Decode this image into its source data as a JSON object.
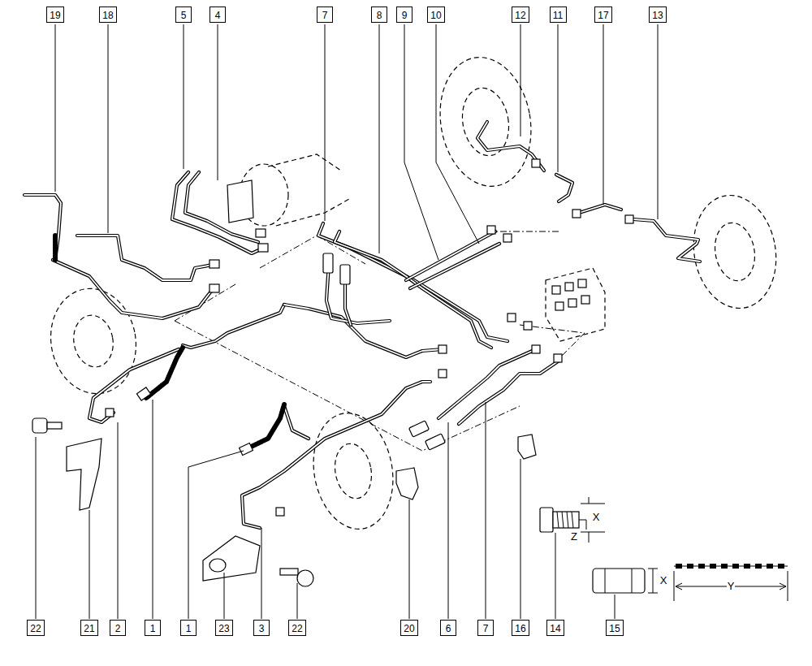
{
  "diagram": {
    "nodes": [
      {
        "text": [
          "19"
        ]
      },
      {
        "text": [
          "18"
        ]
      },
      {
        "text": [
          "5"
        ]
      },
      {
        "text": [
          "4"
        ]
      },
      {
        "text": [
          "7"
        ]
      },
      {
        "text": [
          "8"
        ]
      },
      {
        "text": [
          "9"
        ]
      },
      {
        "text": [
          "10"
        ]
      },
      {
        "text": [
          "12"
        ]
      },
      {
        "text": [
          "11"
        ]
      },
      {
        "text": [
          "17"
        ]
      },
      {
        "text": [
          "13"
        ]
      },
      {
        "text": [
          "22"
        ]
      },
      {
        "text": [
          "21"
        ]
      },
      {
        "text": [
          "2"
        ]
      },
      {
        "text": [
          "1"
        ]
      },
      {
        "text": [
          "1"
        ]
      },
      {
        "text": [
          "23"
        ]
      },
      {
        "text": [
          "3"
        ]
      },
      {
        "text": [
          "22"
        ]
      },
      {
        "text": [
          "20"
        ]
      },
      {
        "text": [
          "6"
        ]
      },
      {
        "text": [
          "7"
        ]
      },
      {
        "text": [
          "16"
        ]
      },
      {
        "text": [
          "14"
        ]
      },
      {
        "text": [
          "15"
        ]
      }
    ],
    "labels": [
      "X",
      "Z",
      "X",
      "Y"
    ]
  }
}
